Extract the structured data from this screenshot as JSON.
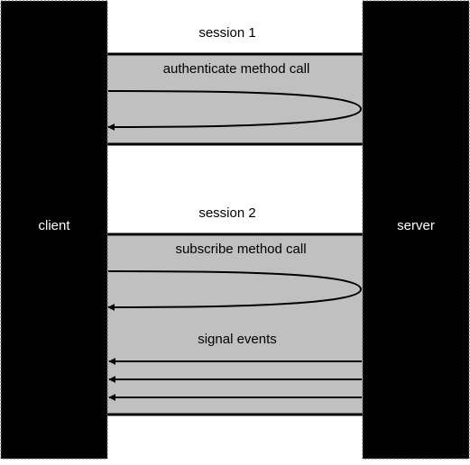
{
  "client_label": "client",
  "server_label": "server",
  "sessions": [
    {
      "title": "session 1",
      "method_call": "authenticate method call"
    },
    {
      "title": "session 2",
      "method_call": "subscribe method call",
      "events_label": "signal events",
      "event_arrow_count": 3
    }
  ],
  "colors": {
    "lifeline": "#000000",
    "session_fill": "#c0c0c0",
    "session_border": "#000000",
    "lifeline_text": "#ffffff",
    "text": "#000000"
  }
}
